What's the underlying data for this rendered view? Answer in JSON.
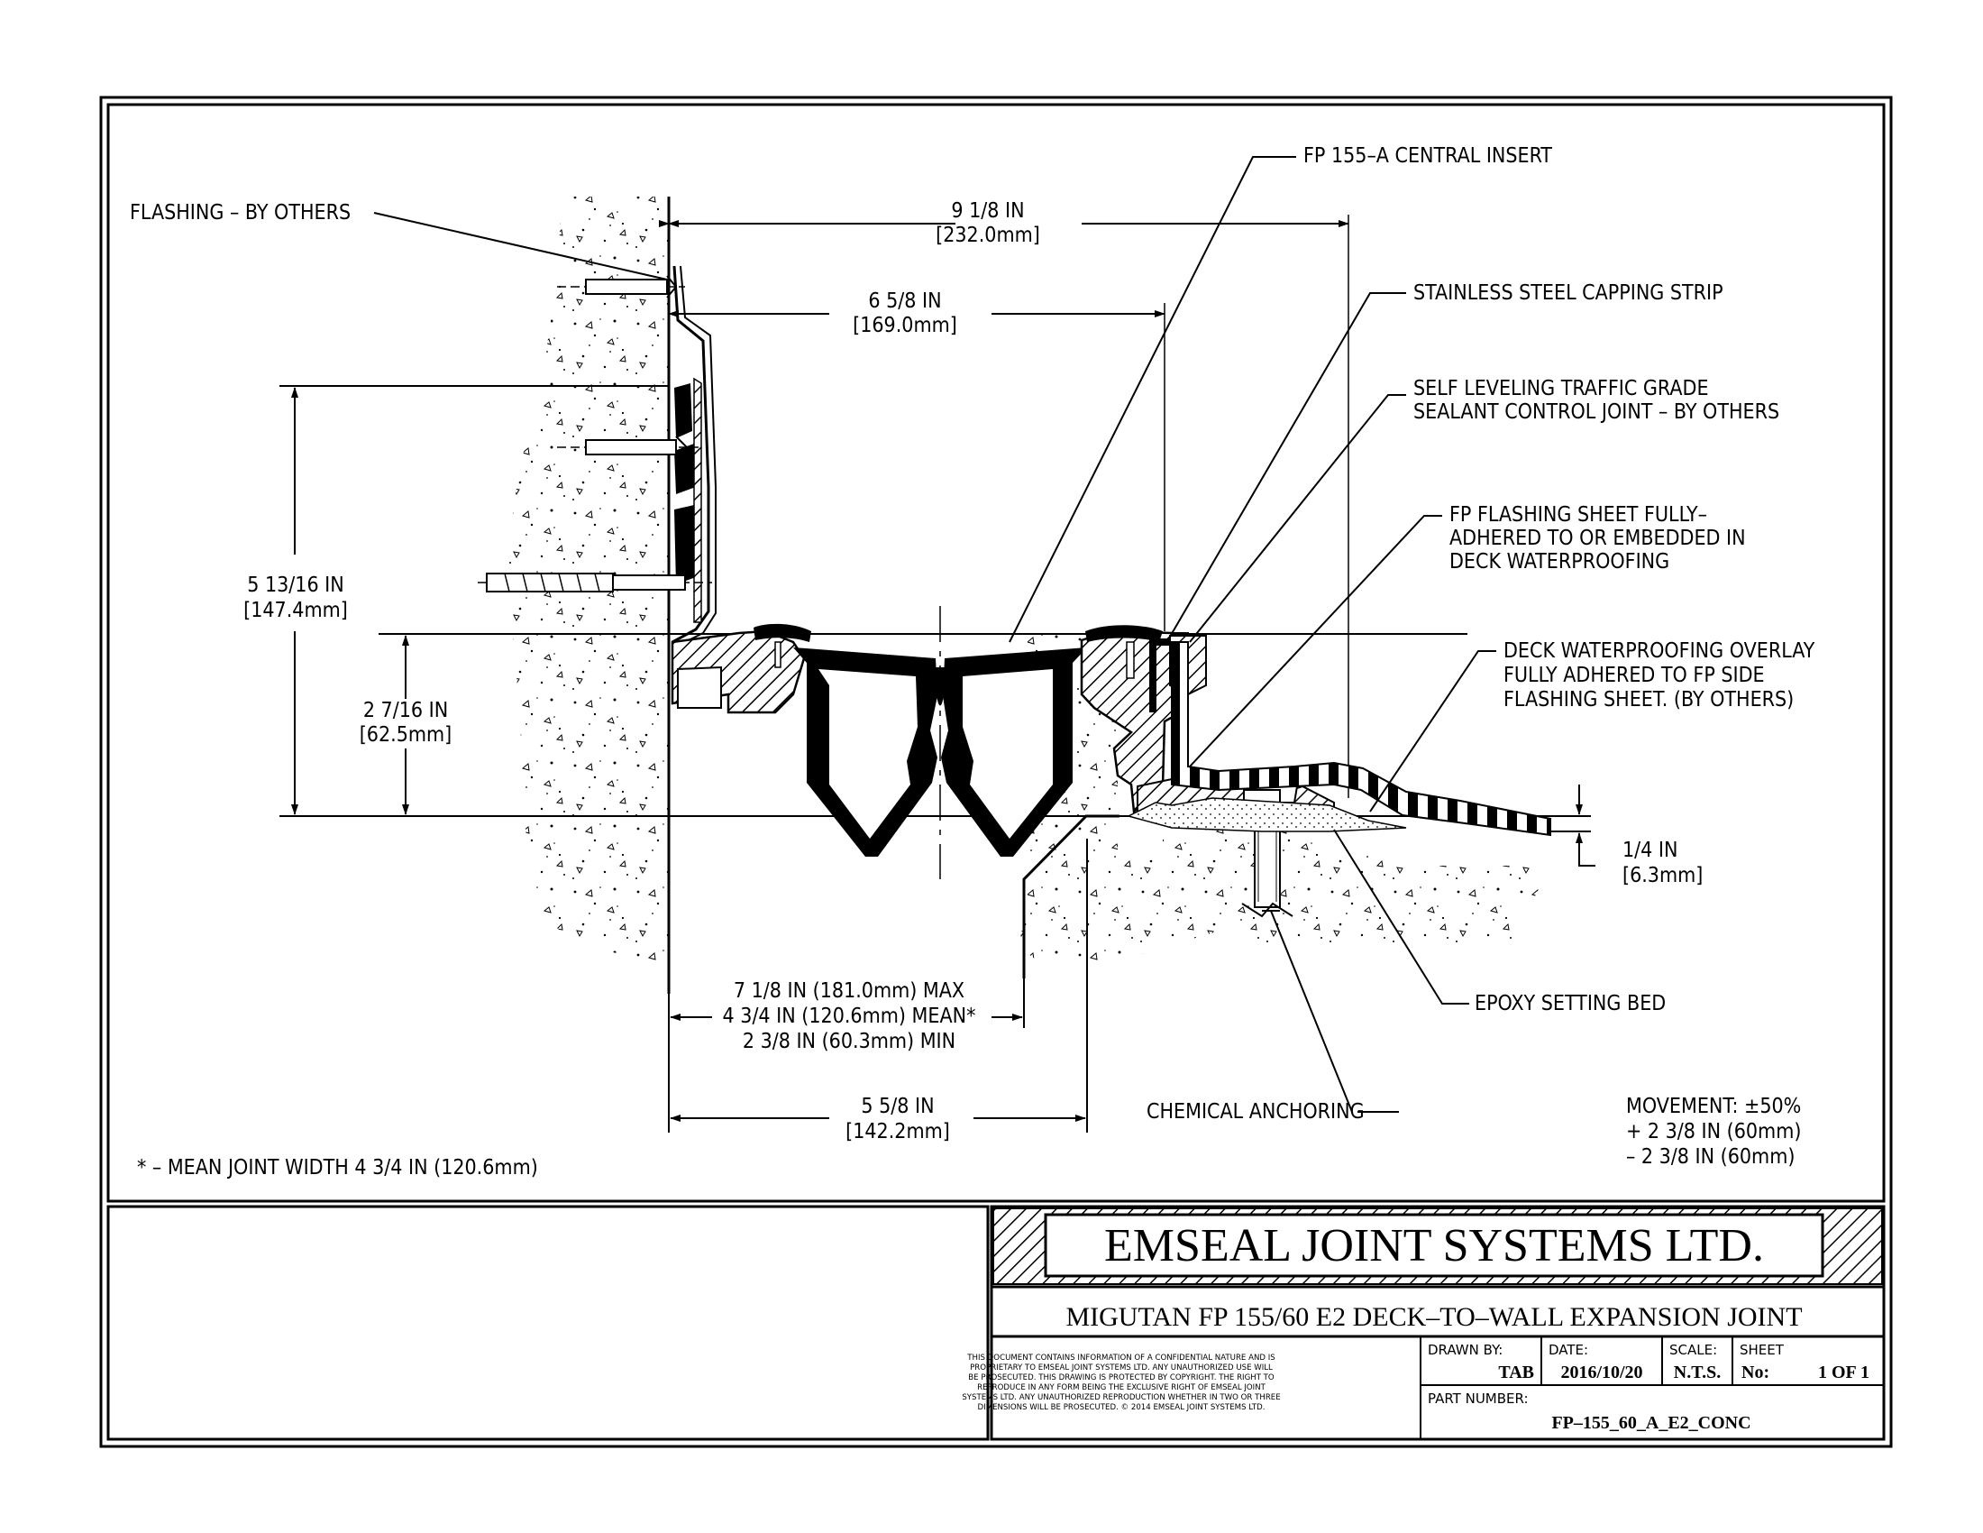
{
  "callouts": {
    "flashing": "FLASHING – BY OTHERS",
    "central_insert": "FP 155–A CENTRAL INSERT",
    "capping_strip": "STAINLESS STEEL CAPPING STRIP",
    "sealant_1": "SELF LEVELING TRAFFIC GRADE",
    "sealant_2": "SEALANT CONTROL JOINT – BY OTHERS",
    "fp_sheet_1": "FP FLASHING SHEET FULLY–",
    "fp_sheet_2": "ADHERED TO OR EMBEDDED IN",
    "fp_sheet_3": "DECK WATERPROOFING",
    "overlay_1": "DECK WATERPROOFING OVERLAY",
    "overlay_2": "FULLY ADHERED TO FP SIDE",
    "overlay_3": "FLASHING SHEET. (BY OTHERS)",
    "epoxy": "EPOXY SETTING BED",
    "anchoring": "CHEMICAL ANCHORING"
  },
  "dimensions": {
    "d1_in": "9 1/8 IN",
    "d1_mm": "[232.0mm]",
    "d2_in": "6 5/8 IN",
    "d2_mm": "[169.0mm]",
    "d3_in": "5 13/16 IN",
    "d3_mm": "[147.4mm]",
    "d4_in": "2 7/16 IN",
    "d4_mm": "[62.5mm]",
    "d5_in": "1/4 IN",
    "d5_mm": "[6.3mm]",
    "width_max": "7 1/8 IN (181.0mm) MAX",
    "width_mean": "4 3/4 IN (120.6mm) MEAN*",
    "width_min": "2 3/8 IN (60.3mm) MIN",
    "d6_in": "5 5/8 IN",
    "d6_mm": "[142.2mm]"
  },
  "movement": {
    "title": "MOVEMENT: ±50%",
    "plus": "+ 2 3/8 IN (60mm)",
    "minus": "– 2 3/8 IN (60mm)"
  },
  "footnote": "* – MEAN JOINT WIDTH 4 3/4 IN (120.6mm)",
  "title_block": {
    "company": "EMSEAL JOINT SYSTEMS LTD.",
    "product": "MIGUTAN FP 155/60 E2  DECK–TO–WALL EXPANSION JOINT",
    "notice_1": "THIS DOCUMENT CONTAINS INFORMATION OF A CONFIDENTIAL NATURE AND IS",
    "notice_2": "PROPRIETARY TO EMSEAL JOINT SYSTEMS LTD. ANY UNAUTHORIZED USE WILL",
    "notice_3": "BE PROSECUTED. THIS DRAWING IS PROTECTED BY COPYRIGHT. THE RIGHT TO",
    "notice_4": "REPRODUCE IN ANY FORM BEING THE EXCLUSIVE RIGHT OF EMSEAL JOINT",
    "notice_5": "SYSTEMS LTD. ANY UNAUTHORIZED REPRODUCTION WHETHER IN TWO OR THREE",
    "notice_6": "DIMENSIONS WILL BE PROSECUTED. © 2014 EMSEAL JOINT SYSTEMS LTD.",
    "drawn_by_label": "DRAWN BY:",
    "drawn_by": "TAB",
    "date_label": "DATE:",
    "date": "2016/10/20",
    "scale_label": "SCALE:",
    "scale": "N.T.S.",
    "sheet_label": "SHEET",
    "sheet_no_label": "No:",
    "sheet": "1 OF 1",
    "part_label": "PART NUMBER:",
    "part": "FP–155_60_A_E2_CONC"
  }
}
